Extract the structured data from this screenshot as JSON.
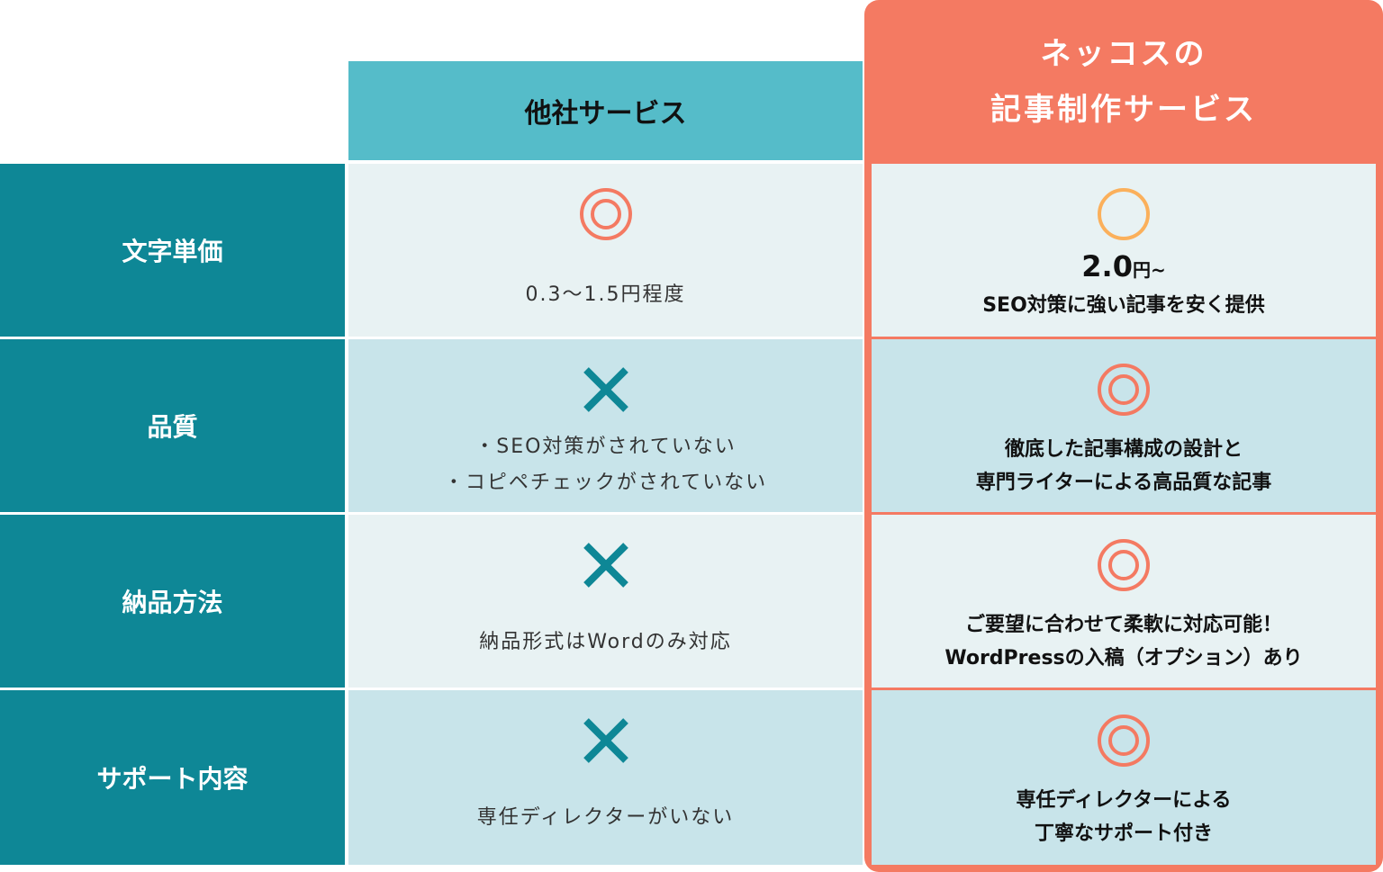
{
  "headers": {
    "other": "他社サービス",
    "ours_line1": "ネッコスの",
    "ours_line2": "記事制作サービス"
  },
  "colors": {
    "teal": "#0E8796",
    "header_teal": "#55BCC9",
    "orange": "#F47A62",
    "ring_orange": "#FBB05B"
  },
  "rows": [
    {
      "label": "文字単価",
      "other_icon": "double-circle-icon",
      "other_lines": [
        "0.3〜1.5円程度"
      ],
      "ours_icon": "circle-icon",
      "ours_price": "2.0",
      "ours_price_unit": "円~",
      "ours_lines": [
        "SEO対策に強い記事を安く提供"
      ]
    },
    {
      "label": "品質",
      "other_icon": "cross-icon",
      "other_lines": [
        "・SEO対策がされていない",
        "・コピペチェックがされていない"
      ],
      "ours_icon": "double-circle-icon",
      "ours_lines": [
        "徹底した記事構成の設計と",
        "専門ライターによる高品質な記事"
      ]
    },
    {
      "label": "納品方法",
      "other_icon": "cross-icon",
      "other_lines": [
        "納品形式はWordのみ対応"
      ],
      "ours_icon": "double-circle-icon",
      "ours_lines": [
        "ご要望に合わせて柔軟に対応可能！",
        "WordPressの入稿（オプション）あり"
      ]
    },
    {
      "label": "サポート内容",
      "other_icon": "cross-icon",
      "other_lines": [
        "専任ディレクターがいない"
      ],
      "ours_icon": "double-circle-icon",
      "ours_lines": [
        "専任ディレクターによる",
        "丁寧なサポート付き"
      ]
    }
  ]
}
